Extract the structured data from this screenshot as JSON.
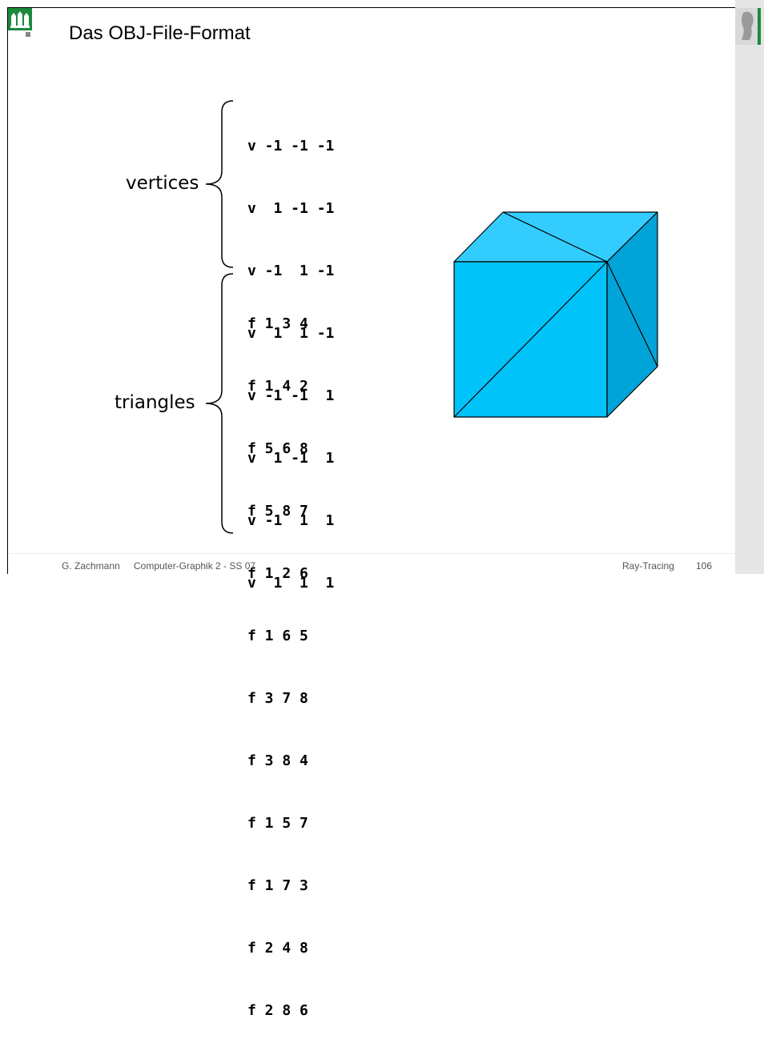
{
  "slide": {
    "title": "Das OBJ-File-Format",
    "vertices_label": "vertices",
    "triangles_label": "triangles",
    "vertices": [
      "v -1 -1 -1",
      "v  1 -1 -1",
      "v -1  1 -1",
      "v  1  1 -1",
      "v -1 -1  1",
      "v  1 -1  1",
      "v -1  1  1",
      "v  1  1  1"
    ],
    "faces": [
      "f 1 3 4",
      "f 1 4 2",
      "f 5 6 8",
      "f 5 8 7",
      "f 1 2 6",
      "f 1 6 5",
      "f 3 7 8",
      "f 3 8 4",
      "f 1 5 7",
      "f 1 7 3",
      "f 2 4 8",
      "f 2 8 6"
    ],
    "colors": {
      "cube_front": "#00c3fa",
      "cube_top": "#33ccff",
      "cube_side": "#00a4d8"
    }
  },
  "footer": {
    "author": "G. Zachmann",
    "course": "Computer-Graphik 2 - SS 07",
    "topic": "Ray-Tracing",
    "page": "106"
  }
}
